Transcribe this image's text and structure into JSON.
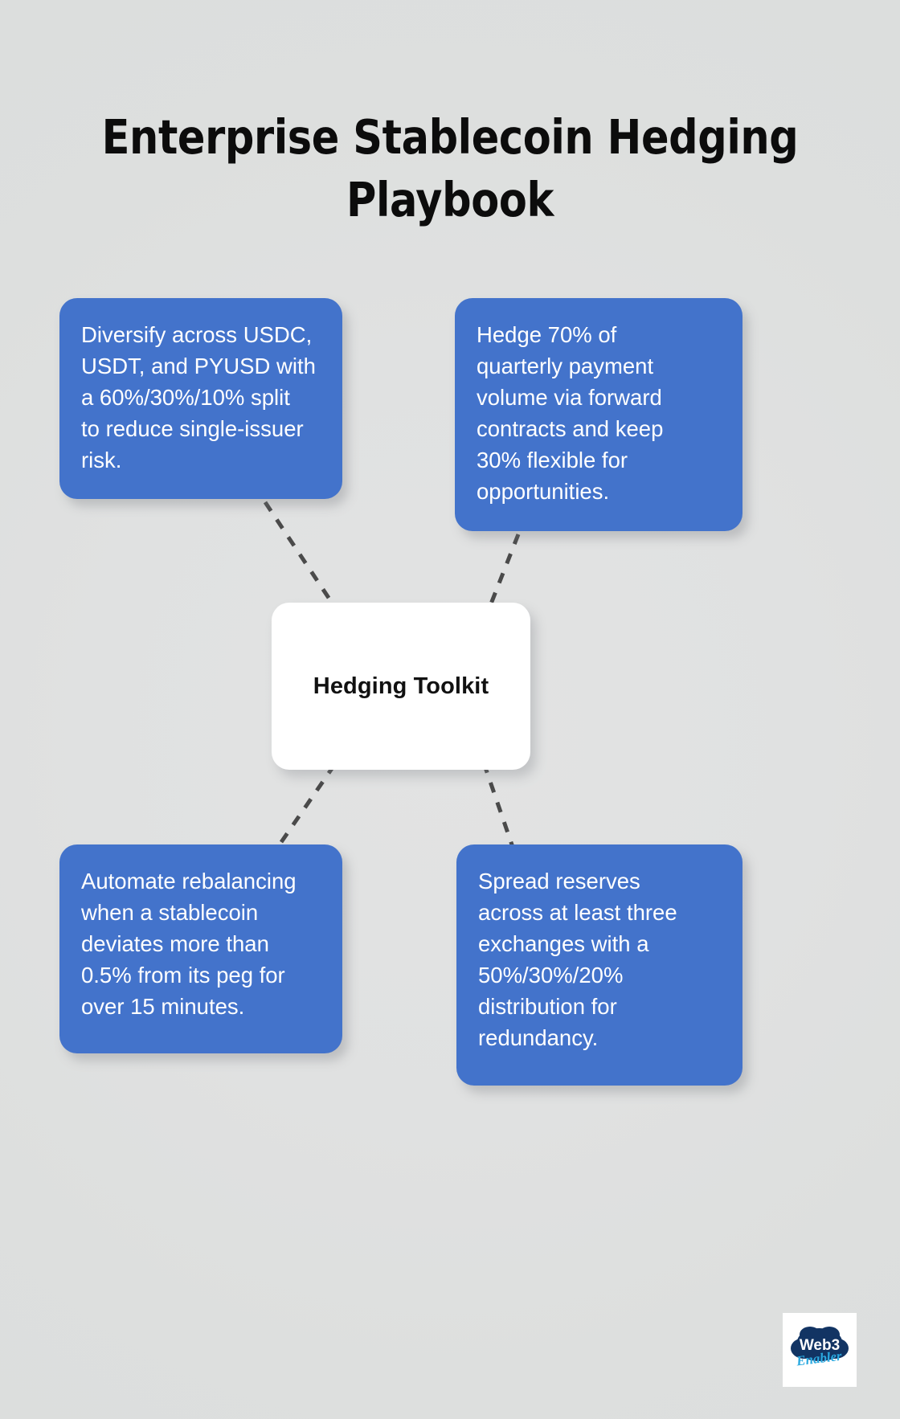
{
  "page": {
    "title": "Enterprise Stablecoin Hedging\nPlaybook",
    "background_color": "#e0e1e1",
    "accent_color": "#4373cb",
    "center_card_color": "#ffffff",
    "connector_color": "#4a4a4a"
  },
  "center": {
    "label": "Hedging Toolkit"
  },
  "cards": [
    {
      "id": "card-top-left",
      "text": "Diversify across USDC,\nUSDT, and PYUSD with\na 60%/30%/10% split\nto reduce single-issuer\nrisk."
    },
    {
      "id": "card-top-right",
      "text": "Hedge 70% of\nquarterly payment\nvolume via forward\ncontracts and keep\n30% flexible for\nopportunities."
    },
    {
      "id": "card-bottom-left",
      "text": "Automate rebalancing\nwhen a stablecoin\ndeviates more than\n0.5% from its peg for\nover 15 minutes."
    },
    {
      "id": "card-bottom-right",
      "text": "Spread reserves\nacross at least three\nexchanges with a\n50%/30%/20%\ndistribution for\nredundancy."
    }
  ],
  "logo": {
    "primary_text": "Web3",
    "script_text": "Enabler",
    "cloud_color": "#123463",
    "script_color": "#2aa9e0",
    "background": "#ffffff"
  }
}
